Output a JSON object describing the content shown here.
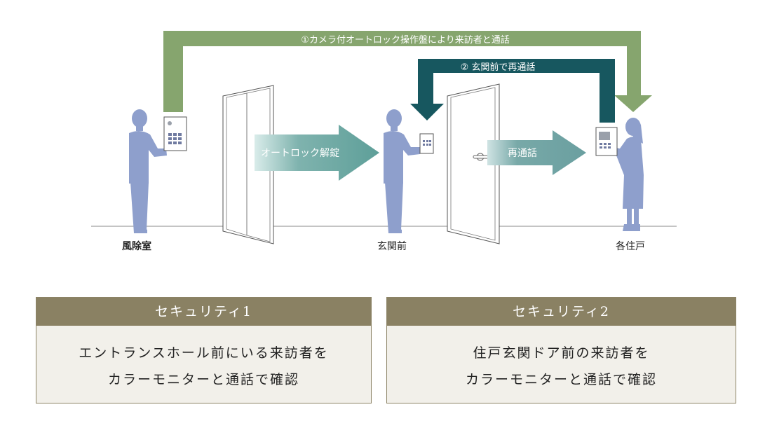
{
  "flows": {
    "call_1": "①カメラ付オートロック操作盤により来訪者と通話",
    "call_2": "② 玄関前で再通話",
    "unlock": "オートロック解錠",
    "recall": "再通話"
  },
  "locations": {
    "lobby": "風除室",
    "entrance": "玄関前",
    "unit": "各住戸"
  },
  "cards": [
    {
      "title": "セキュリティ1",
      "line1": "エントランスホール前にいる来訪者を",
      "line2": "カラーモニターと通話で確認"
    },
    {
      "title": "セキュリティ2",
      "line1": "住戸玄関ドア前の来訪者を",
      "line2": "カラーモニターと通話で確認"
    }
  ],
  "colors": {
    "figure": "#8e9fcc",
    "arrow_green": "#86a56e",
    "arrow_dark_teal": "#17575f",
    "arrow_teal": "#6ea5a4",
    "card_header": "#8a8163"
  }
}
